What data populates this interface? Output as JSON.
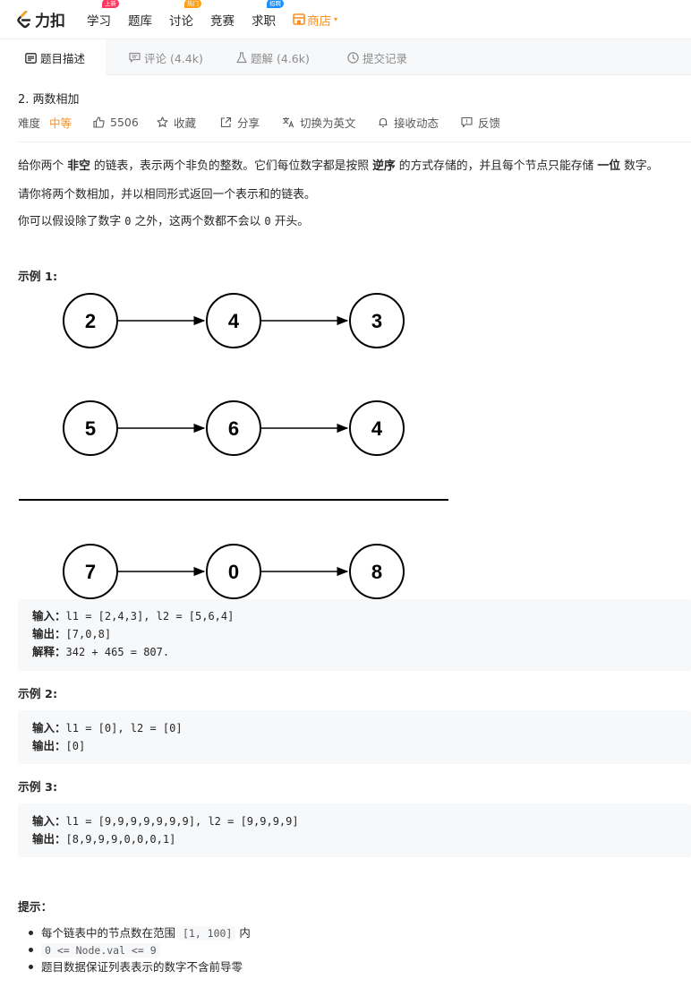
{
  "nav": {
    "logo_text": "力扣",
    "items": [
      {
        "label": "学习",
        "badge": "上新",
        "badge_color": "#ff375f"
      },
      {
        "label": "题库"
      },
      {
        "label": "讨论",
        "badge": "热门",
        "badge_color": "#ffa116"
      },
      {
        "label": "竞赛"
      },
      {
        "label": "求职",
        "badge": "招聘",
        "badge_color": "#2db55d"
      }
    ],
    "shop_label": "商店",
    "accent_color": "#ff8f1f"
  },
  "tabs": [
    {
      "label": "题目描述",
      "icon": "description-icon",
      "active": true
    },
    {
      "label": "评论 (4.4k)",
      "icon": "comment-icon"
    },
    {
      "label": "题解 (4.6k)",
      "icon": "flask-icon"
    },
    {
      "label": "提交记录",
      "icon": "clock-icon"
    }
  ],
  "problem": {
    "title": "2. 两数相加",
    "difficulty_label": "难度",
    "difficulty": "中等",
    "likes": "5506",
    "favorite": "收藏",
    "share": "分享",
    "switch_lang": "切换为英文",
    "follow": "接收动态",
    "feedback": "反馈"
  },
  "description": {
    "p1": [
      "给你两个 ",
      "非空",
      " 的链表，表示两个非负的整数。它们每位数字都是按照 ",
      "逆序",
      " 的方式存储的，并且每个节点只能存储 ",
      "一位",
      " 数字。"
    ],
    "p2": "请你将两个数相加，并以相同形式返回一个表示和的链表。",
    "p3": [
      "你可以假设除了数字 ",
      "0",
      " 之外，这两个数都不会以 ",
      "0",
      " 开头。"
    ]
  },
  "diagram": {
    "row1": [
      "2",
      "4",
      "3"
    ],
    "row2": [
      "5",
      "6",
      "4"
    ],
    "row3": [
      "7",
      "0",
      "8"
    ]
  },
  "examples": [
    {
      "heading": "示例 1:",
      "lines": [
        {
          "label": "输入：",
          "text": "l1 = [2,4,3], l2 = [5,6,4]"
        },
        {
          "label": "输出：",
          "text": "[7,0,8]"
        },
        {
          "label": "解释：",
          "text": "342 + 465 = 807."
        }
      ]
    },
    {
      "heading": "示例 2:",
      "lines": [
        {
          "label": "输入：",
          "text": "l1 = [0], l2 = [0]"
        },
        {
          "label": "输出：",
          "text": "[0]"
        }
      ]
    },
    {
      "heading": "示例 3:",
      "lines": [
        {
          "label": "输入：",
          "text": "l1 = [9,9,9,9,9,9,9], l2 = [9,9,9,9]"
        },
        {
          "label": "输出：",
          "text": "[8,9,9,9,0,0,0,1]"
        }
      ]
    }
  ],
  "hints": {
    "heading": "提示：",
    "h1_pre": "每个链表中的节点数在范围 ",
    "h1_code": "[1, 100]",
    "h1_post": " 内",
    "h2_code": "0 <= Node.val <= 9",
    "h3": "题目数据保证列表表示的数字不含前导零"
  }
}
